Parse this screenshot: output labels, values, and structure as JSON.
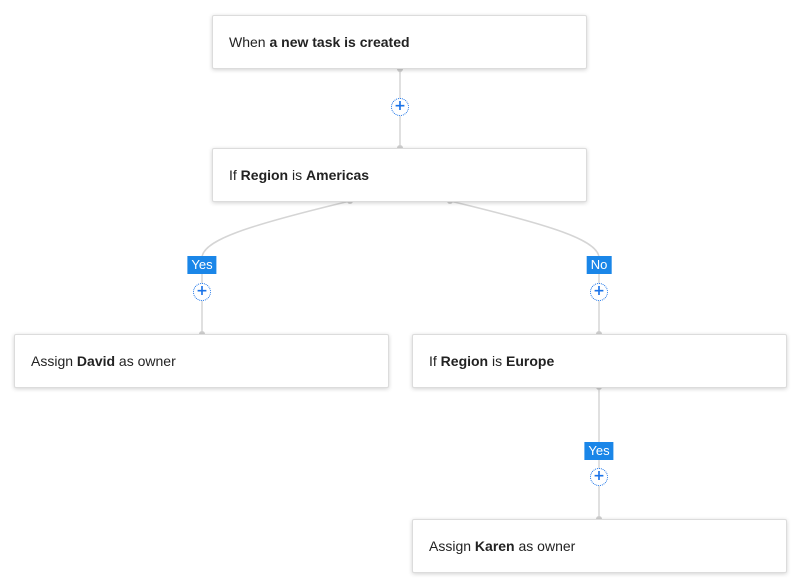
{
  "colors": {
    "accent": "#1a86e8",
    "connector": "#d5d5d5"
  },
  "nodes": {
    "trigger": {
      "prefix": "When ",
      "bold": "a new task is created"
    },
    "condition1": {
      "prefix": "If ",
      "field": "Region",
      "op": " is ",
      "value": "Americas"
    },
    "action_david": {
      "prefix": "Assign ",
      "bold": "David",
      "suffix": " as owner"
    },
    "condition2": {
      "prefix": "If ",
      "field": "Region",
      "op": " is ",
      "value": "Europe"
    },
    "action_karen": {
      "prefix": "Assign ",
      "bold": "Karen",
      "suffix": " as owner"
    }
  },
  "branches": {
    "yes": "Yes",
    "no": "No"
  },
  "add_step": {
    "icon": "plus-icon",
    "symbol": "+"
  }
}
